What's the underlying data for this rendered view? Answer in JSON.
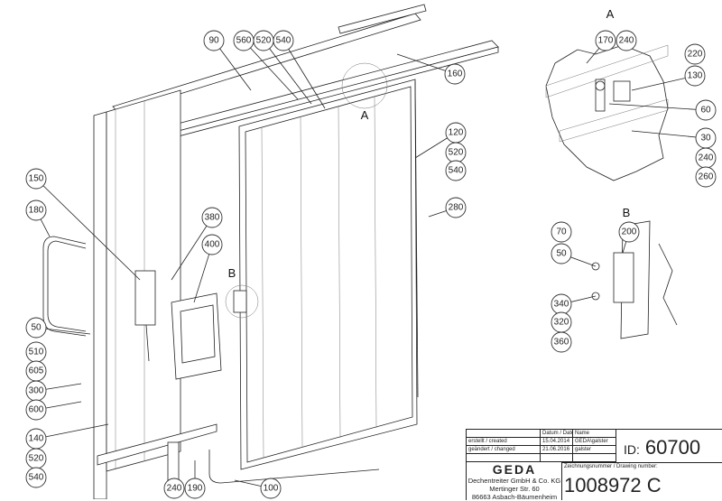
{
  "drawing": {
    "main_callouts": [
      "90",
      "560",
      "520",
      "540",
      "160",
      "120",
      "520",
      "540",
      "280",
      "150",
      "180",
      "380",
      "400",
      "50",
      "510",
      "605",
      "300",
      "600",
      "140",
      "520",
      "540",
      "240",
      "190",
      "100"
    ],
    "detail_markers": {
      "a": "A",
      "b": "B"
    },
    "detail_a": {
      "title": "A",
      "callouts": [
        "170",
        "240",
        "220",
        "130",
        "60",
        "30",
        "240",
        "260"
      ]
    },
    "detail_b": {
      "title": "B",
      "callouts": [
        "70",
        "200",
        "50",
        "340",
        "320",
        "360"
      ]
    }
  },
  "title_block": {
    "header_date": "Datum / Date",
    "header_name": "Name",
    "created_label": "erstellt / created",
    "created_date": "15.04.2014",
    "created_name": "GEDA\\galster",
    "changed_label": "geändert / changed",
    "changed_date": "21.06.2016",
    "changed_name": "galster",
    "id_label": "ID:",
    "id_value": "60700",
    "drawing_number_label": "Zeichnungsnummer / Drawing number:",
    "drawing_number": "1008972 C",
    "logo": "GEDA",
    "company": "Dechentreiter GmbH & Co. KG",
    "street": "Mertinger Str. 60",
    "city": "86663 Asbach-Bäumenheim"
  }
}
